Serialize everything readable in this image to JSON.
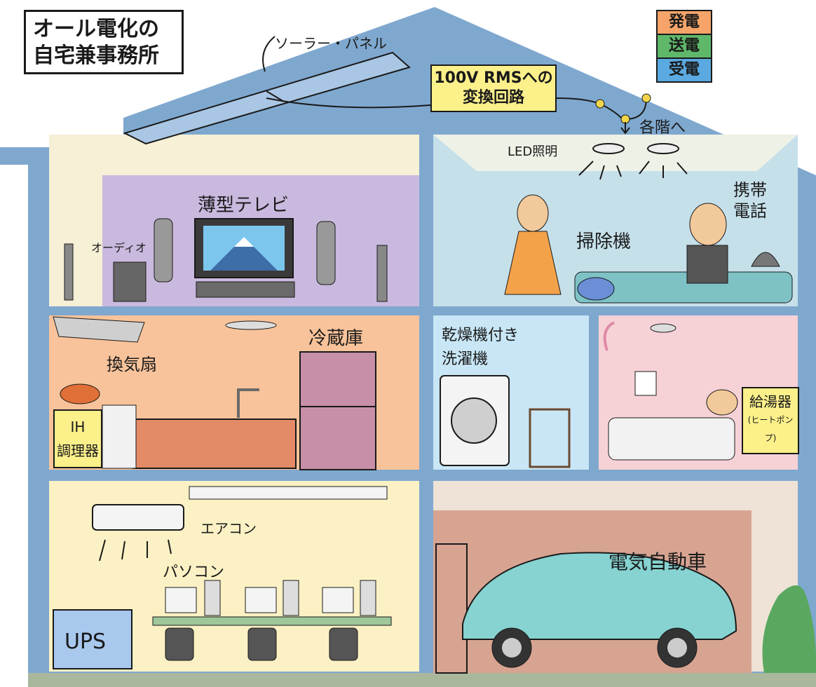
{
  "title": {
    "line1": "オール電化の",
    "line2": "自宅兼事務所"
  },
  "legend": {
    "generate": "発電",
    "transmit": "送電",
    "receive": "受電",
    "colors": {
      "generate": "#f6a46a",
      "transmit": "#5fb86a",
      "receive": "#5aa9e0"
    }
  },
  "solar_label": "ソーラー・パネル",
  "converter": {
    "line1": "100V RMSへの",
    "line2": "変換回路"
  },
  "to_floors": "各階へ",
  "led_label": "LED照明",
  "mobile_label": {
    "line1": "携帯",
    "line2": "電話"
  },
  "vacuum_label": "掃除機",
  "tv_label": "薄型テレビ",
  "audio_label": "オーディオ",
  "fan_label": "換気扇",
  "fridge_label": "冷蔵庫",
  "ih_label": {
    "line1": "IH",
    "line2": "調理器"
  },
  "washer_label": {
    "line1": "乾燥機付き",
    "line2": "洗濯機"
  },
  "heater_label": {
    "line1": "給湯器",
    "line2": "(ヒートポンプ)"
  },
  "aircon_label": "エアコン",
  "pc_label": "パソコン",
  "ups_label": "UPS",
  "ev_label": "電気自動車",
  "colors": {
    "wall": "#7fa8cf",
    "living": "#c9b9de",
    "bedroom": "#c6e0ea",
    "kitchen": "#f8c39a",
    "laundry": "#c8e6f5",
    "bath": "#f6d2d6",
    "office": "#fbf1c4",
    "garage": "#d7a492"
  }
}
